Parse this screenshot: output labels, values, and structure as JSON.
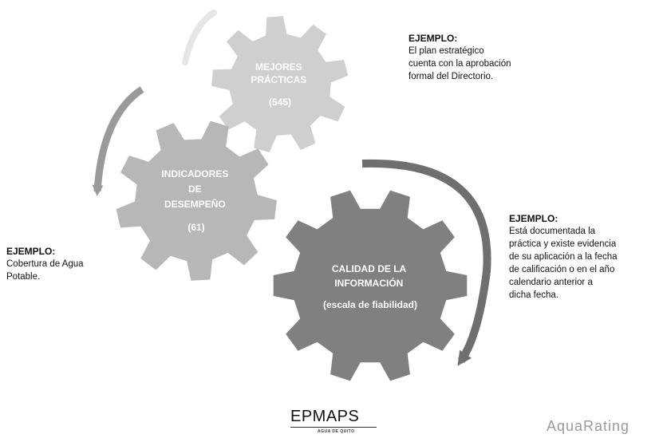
{
  "gears": {
    "mejores": {
      "lines": [
        "MEJORES",
        "PRÁCTICAS"
      ],
      "count": "(545)",
      "color": "#cfcfcf"
    },
    "indicadores": {
      "lines": [
        "INDICADORES",
        "DE",
        "DESEMPEÑO"
      ],
      "count": "(61)",
      "color": "#b7b7b7"
    },
    "calidad": {
      "lines": [
        "CALIDAD DE LA",
        "INFORMACIÓN"
      ],
      "sub": "(escala de fiabilidad)",
      "color": "#808080"
    }
  },
  "notes": {
    "top_right": {
      "heading": "EJEMPLO:",
      "lines": [
        "El plan estratégico",
        "cuenta con la aprobación",
        "formal del Directorio."
      ]
    },
    "left": {
      "heading": "EJEMPLO:",
      "lines": [
        "Cobertura de Agua",
        "Potable."
      ]
    },
    "right": {
      "heading": "EJEMPLO:",
      "lines": [
        "Está documentada la",
        "práctica y existe evidencia",
        "de su aplicación a la fecha",
        "de calificación o en el año",
        "calendario anterior a",
        "dicha fecha."
      ]
    }
  },
  "footer": {
    "epmaps": "EPMAPS",
    "epmaps_sub": "AGUA DE QUITO",
    "aquarating": "AquaRating"
  }
}
